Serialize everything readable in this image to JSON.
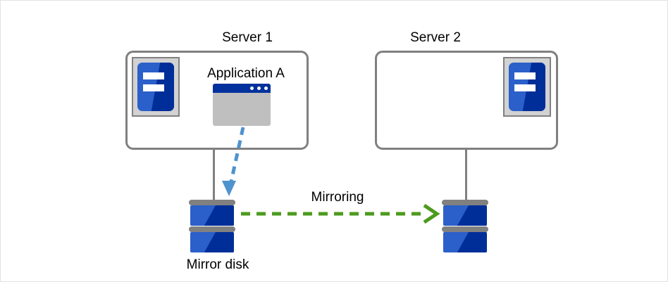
{
  "diagram": {
    "title_server1": "Server 1",
    "title_server2": "Server 2",
    "application_label": "Application  A",
    "mirroring_label": "Mirroring",
    "mirror_disk_label": "Mirror disk",
    "colors": {
      "background": "#ffffff",
      "canvas_border": "#e2e2e2",
      "chassis_border": "#808080",
      "server_icon_frame": "#d2d2d2",
      "blue_light": "#2B5FC9",
      "blue_dark": "#002E99",
      "window_titlebar": "#00319C",
      "window_body": "#bfbfbf",
      "connector_gray": "#808080",
      "mirroring_arrow": "#4C9A1E",
      "write_arrow": "#4F93CE",
      "text": "#000000"
    },
    "icons": {
      "server1": "server-rack-icon",
      "server2": "server-rack-icon",
      "application": "application-window-icon",
      "disk1": "mirror-disk-icon",
      "disk2": "mirror-disk-icon",
      "write_arrow": "dashed-arrow-down-icon",
      "mirroring_arrow": "dashed-arrow-right-icon"
    }
  }
}
